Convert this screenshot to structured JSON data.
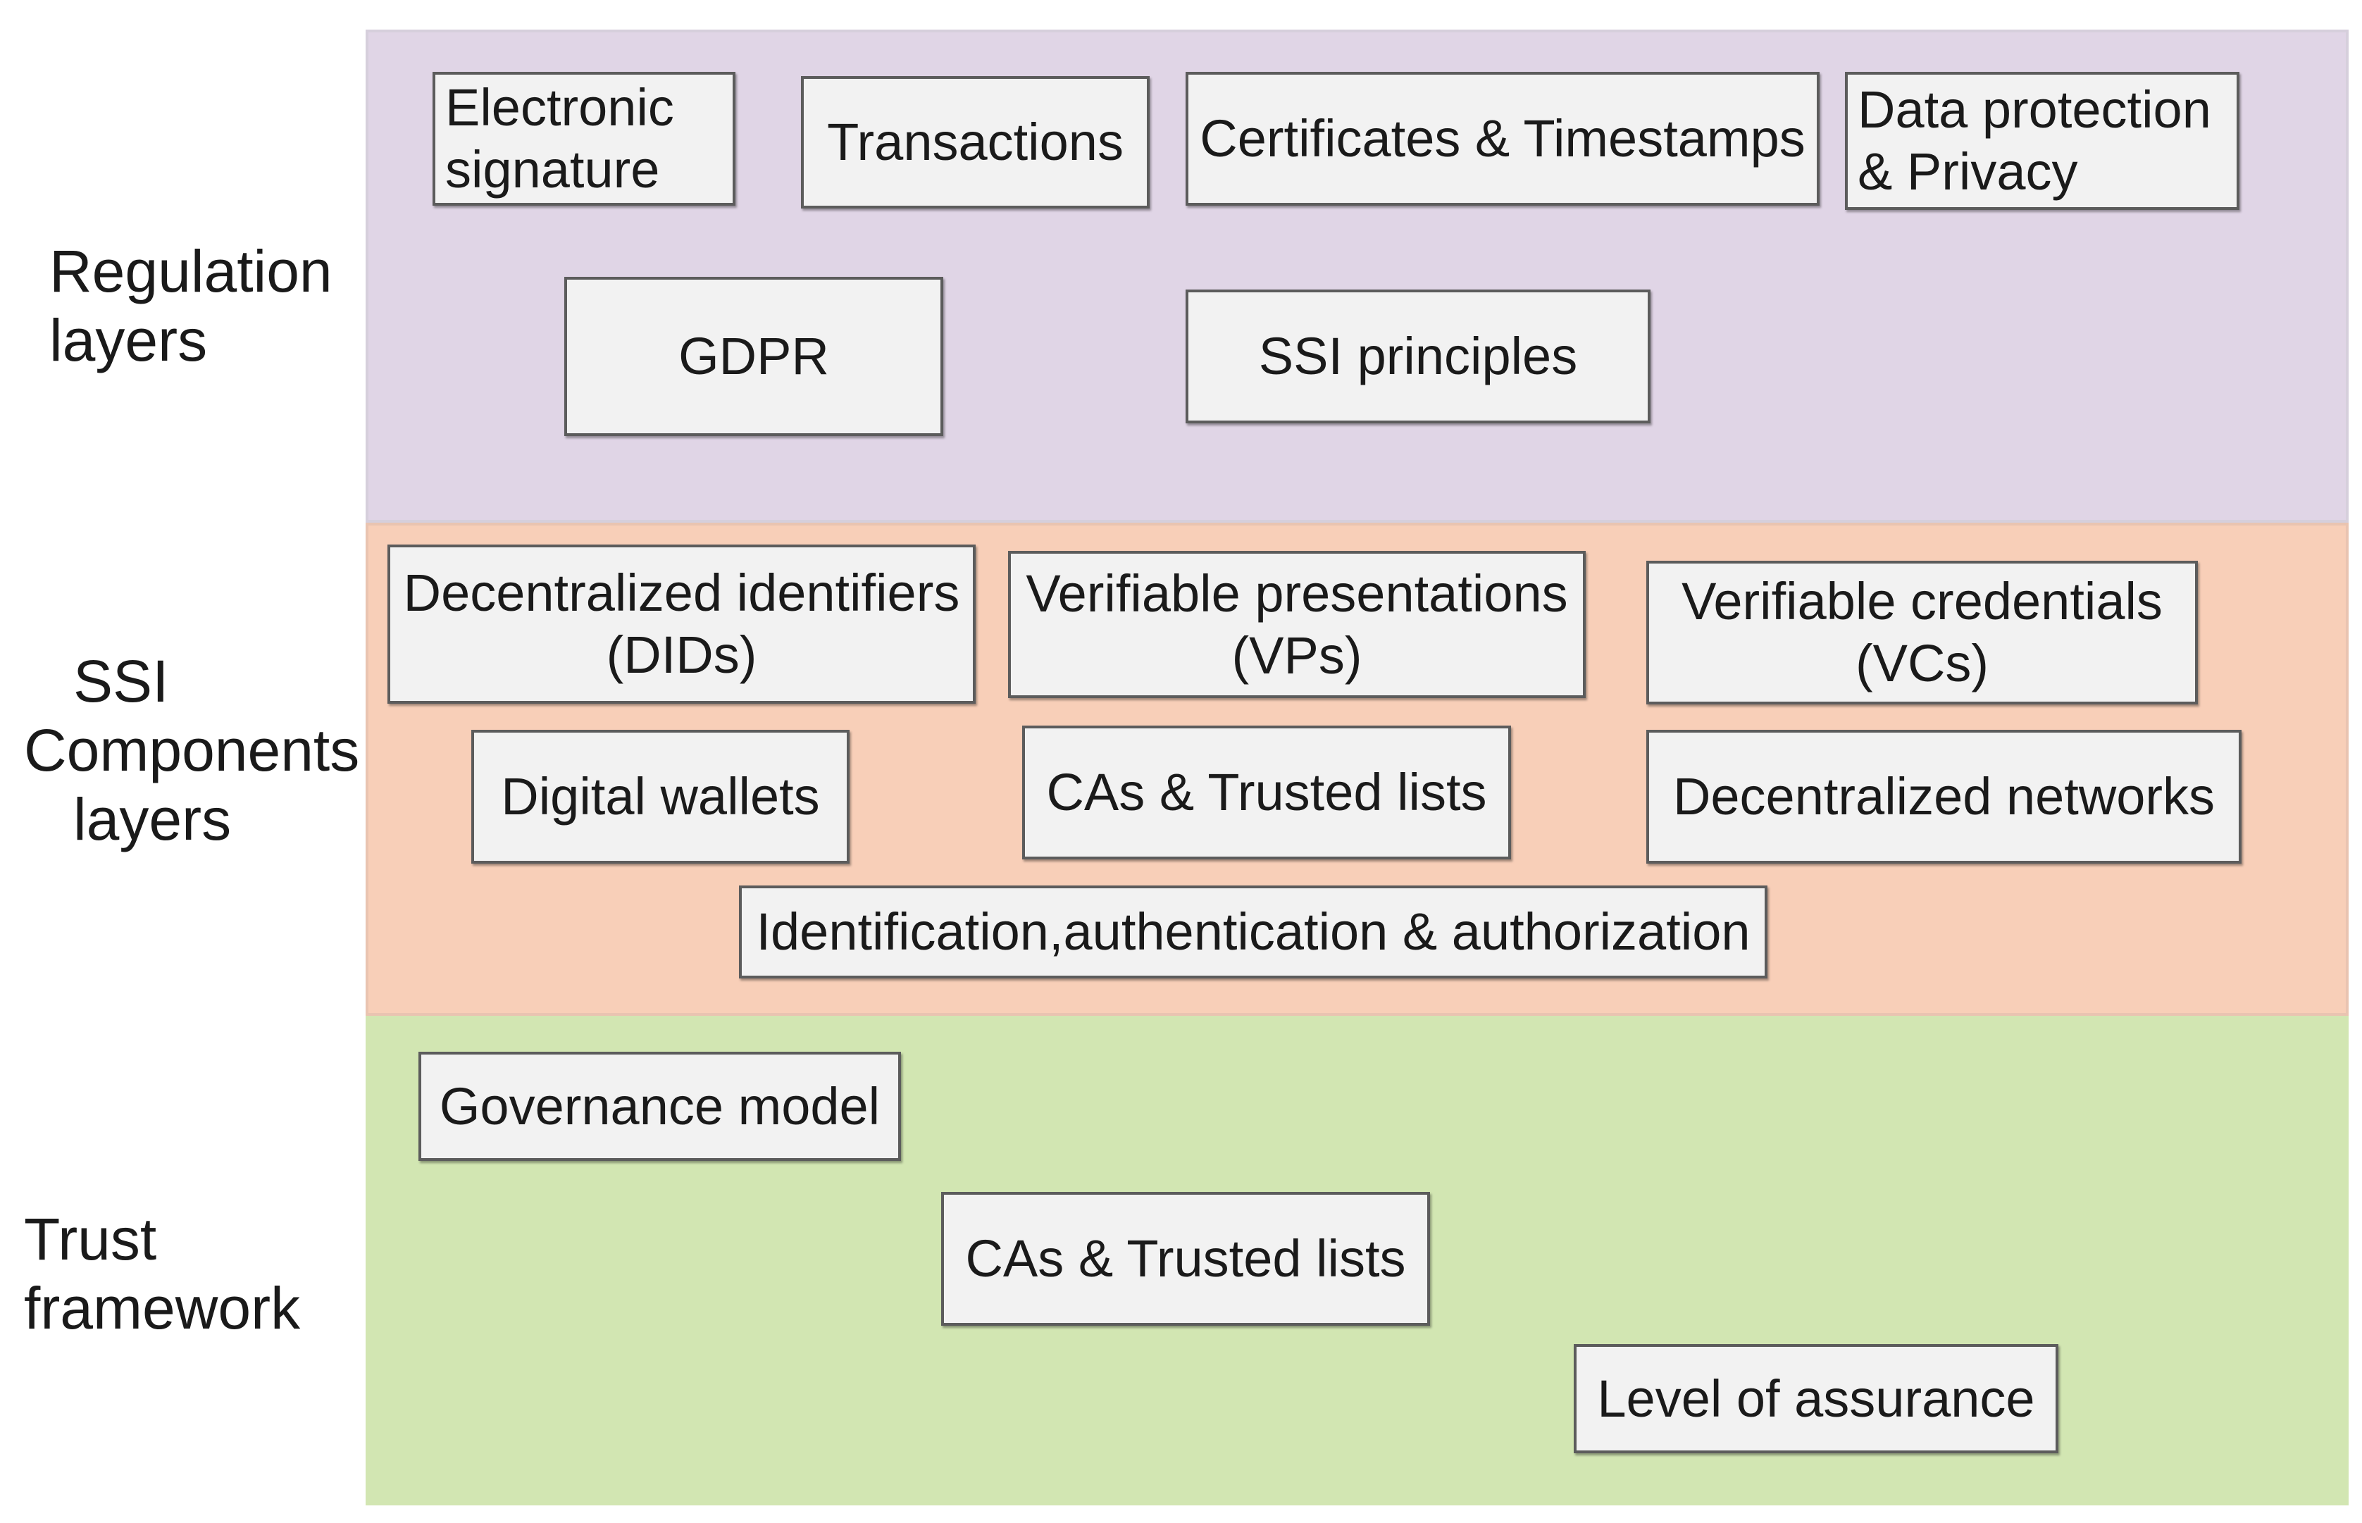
{
  "colors": {
    "regulation_band": "#e0d5e6",
    "ssi_band": "#f8cfb8",
    "trust_band": "#d2e6b2",
    "box_fill": "#f2f2f2",
    "box_border": "#5c5c5c"
  },
  "layers": {
    "regulation": {
      "label": "Regulation\nlayers",
      "items": {
        "electronic_signature": "Electronic\nsignature",
        "transactions": "Transactions",
        "certificates_timestamps": "Certificates & Timestamps",
        "data_protection": "Data protection\n& Privacy",
        "gdpr": "GDPR",
        "ssi_principles": "SSI principles"
      }
    },
    "ssi_components": {
      "label": "   SSI\nComponents\n   layers",
      "items": {
        "dids": "Decentralized identifiers\n(DIDs)",
        "vps": "Verifiable presentations\n(VPs)",
        "vcs": "Verifiable credentials\n(VCs)",
        "digital_wallets": "Digital wallets",
        "cas_trusted_lists": "CAs & Trusted lists",
        "decentralized_networks": "Decentralized networks",
        "iaa": "Identification,authentication & authorization"
      }
    },
    "trust_framework": {
      "label": "Trust\nframework",
      "items": {
        "governance_model": "Governance model",
        "cas_trusted_lists": "CAs & Trusted lists",
        "level_of_assurance": "Level of assurance"
      }
    }
  }
}
